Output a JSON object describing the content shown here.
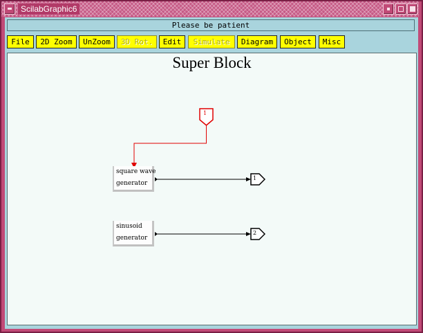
{
  "window": {
    "title": "ScilabGraphic6"
  },
  "status": {
    "message": "Please be patient"
  },
  "menubar": {
    "items": [
      {
        "label": "File"
      },
      {
        "label": "2D Zoom"
      },
      {
        "label": "UnZoom"
      },
      {
        "label": "3D Rot."
      },
      {
        "label": "Edit"
      },
      {
        "label": "Simulate"
      },
      {
        "label": "Diagram"
      },
      {
        "label": "Object"
      },
      {
        "label": "Misc"
      }
    ]
  },
  "diagram": {
    "title": "Super Block",
    "input_port": {
      "label": "1",
      "color": "#e00000"
    },
    "blocks": [
      {
        "line1": "square wave",
        "line2": "generator"
      },
      {
        "line1": "sinusoid",
        "line2": "generator"
      }
    ],
    "output_ports": [
      {
        "label": "1"
      },
      {
        "label": "2"
      }
    ],
    "colors": {
      "link_red": "#e00000",
      "link_black": "#000000",
      "menu_yellow": "#ffff00",
      "frame_pink": "#c14a77",
      "background_cyan": "#a9d4dd"
    }
  }
}
